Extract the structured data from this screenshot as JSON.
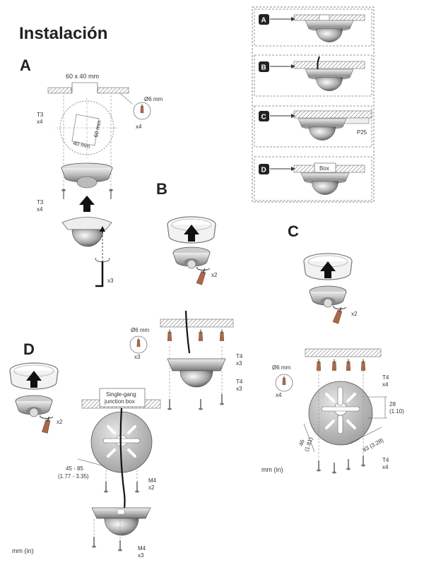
{
  "title": "Instalación",
  "sections": {
    "a": "A",
    "b": "B",
    "c": "C",
    "d": "D"
  },
  "options": {
    "a": "A",
    "b": "B",
    "c": "C",
    "d": "D",
    "p25": "P25",
    "box": "Box"
  },
  "step_a": {
    "cutout": "60 x 40 mm",
    "hole": "Ø6 mm",
    "x4": "x4",
    "t3": "T3",
    "x4b": "x4",
    "t3b": "T3",
    "x4c": "x4",
    "x3": "x3",
    "dim1": "60 mm",
    "dim2": "40 mm"
  },
  "step_b": {
    "x2": "x2",
    "hole": "Ø6 mm",
    "x3": "x3",
    "t4a": "T4",
    "x3a": "x3",
    "t4b": "T4",
    "x3b": "x3"
  },
  "step_c": {
    "x2": "x2",
    "hole": "Ø6 mm",
    "x4": "x4",
    "t4a": "T4",
    "x4a": "x4",
    "dim28": "28",
    "dim28in": "(1.10)",
    "dim46": "46",
    "dim46in": "(1.81)",
    "dim83": "83 (3.28)",
    "t4b": "T4",
    "x4b": "x4",
    "units": "mm (in)"
  },
  "step_d": {
    "x2": "x2",
    "jbox1": "Single-gang",
    "jbox2": "junction box",
    "range": "45 - 85",
    "range_in": "(1.77 - 3.35)",
    "m4a": "M4",
    "x2b": "x2",
    "m4b": "M4",
    "x3": "x3",
    "units": "mm (in)"
  }
}
